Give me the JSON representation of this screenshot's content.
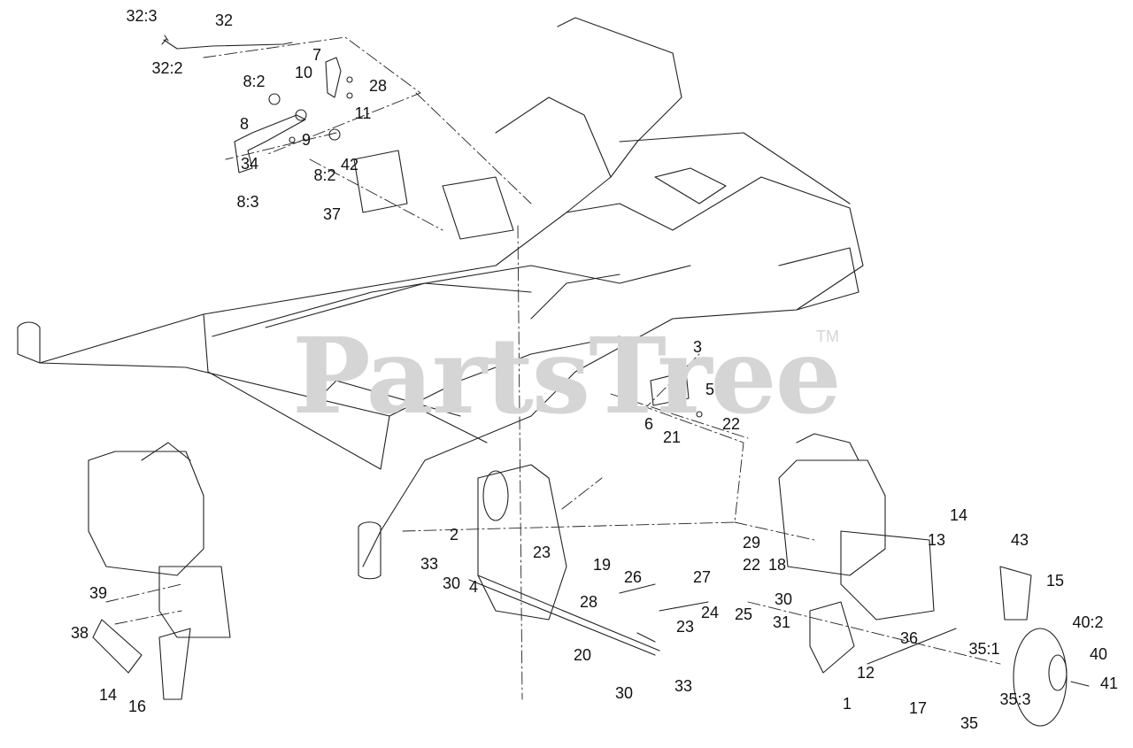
{
  "watermark": {
    "text": "PartsTree",
    "tm": "TM"
  },
  "callouts": [
    "32:3",
    "32",
    "32:2",
    "7",
    "10",
    "28",
    "8:2",
    "11",
    "8",
    "9",
    "34",
    "8:2",
    "42",
    "8:3",
    "37",
    "3",
    "5",
    "6",
    "22",
    "21",
    "2",
    "23",
    "19",
    "33",
    "30",
    "4",
    "26",
    "28",
    "20",
    "23",
    "24",
    "29",
    "22",
    "27",
    "18",
    "30",
    "25",
    "31",
    "30",
    "33",
    "14",
    "13",
    "43",
    "15",
    "36",
    "12",
    "1",
    "35:1",
    "40:2",
    "40",
    "17",
    "35",
    "35:3",
    "41",
    "39",
    "38",
    "14",
    "16"
  ]
}
